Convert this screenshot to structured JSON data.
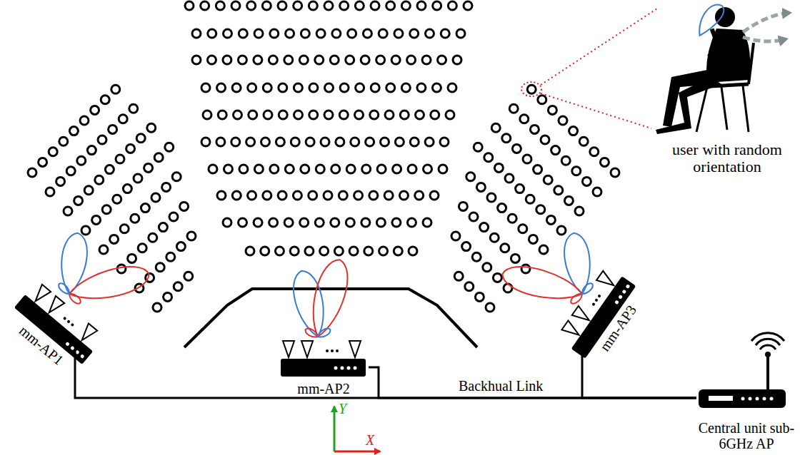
{
  "diagram": {
    "nodes": [
      {
        "text": [
          "user with random orientation"
        ]
      },
      {
        "text": [
          "mm-AP1"
        ]
      },
      {
        "text": [
          "mm-AP2"
        ]
      },
      {
        "text": [
          "mm-AP3"
        ]
      },
      {
        "text": [
          "Central unit sub-6GHz AP"
        ]
      }
    ],
    "edges": [
      {
        "from": 1,
        "to": 4,
        "arrow": "none"
      },
      {
        "from": 2,
        "to": 4,
        "label": "Backhual Link",
        "arrow": "none"
      },
      {
        "from": 3,
        "to": 4,
        "arrow": "none"
      }
    ],
    "labels": [
      "Y",
      "X"
    ]
  }
}
